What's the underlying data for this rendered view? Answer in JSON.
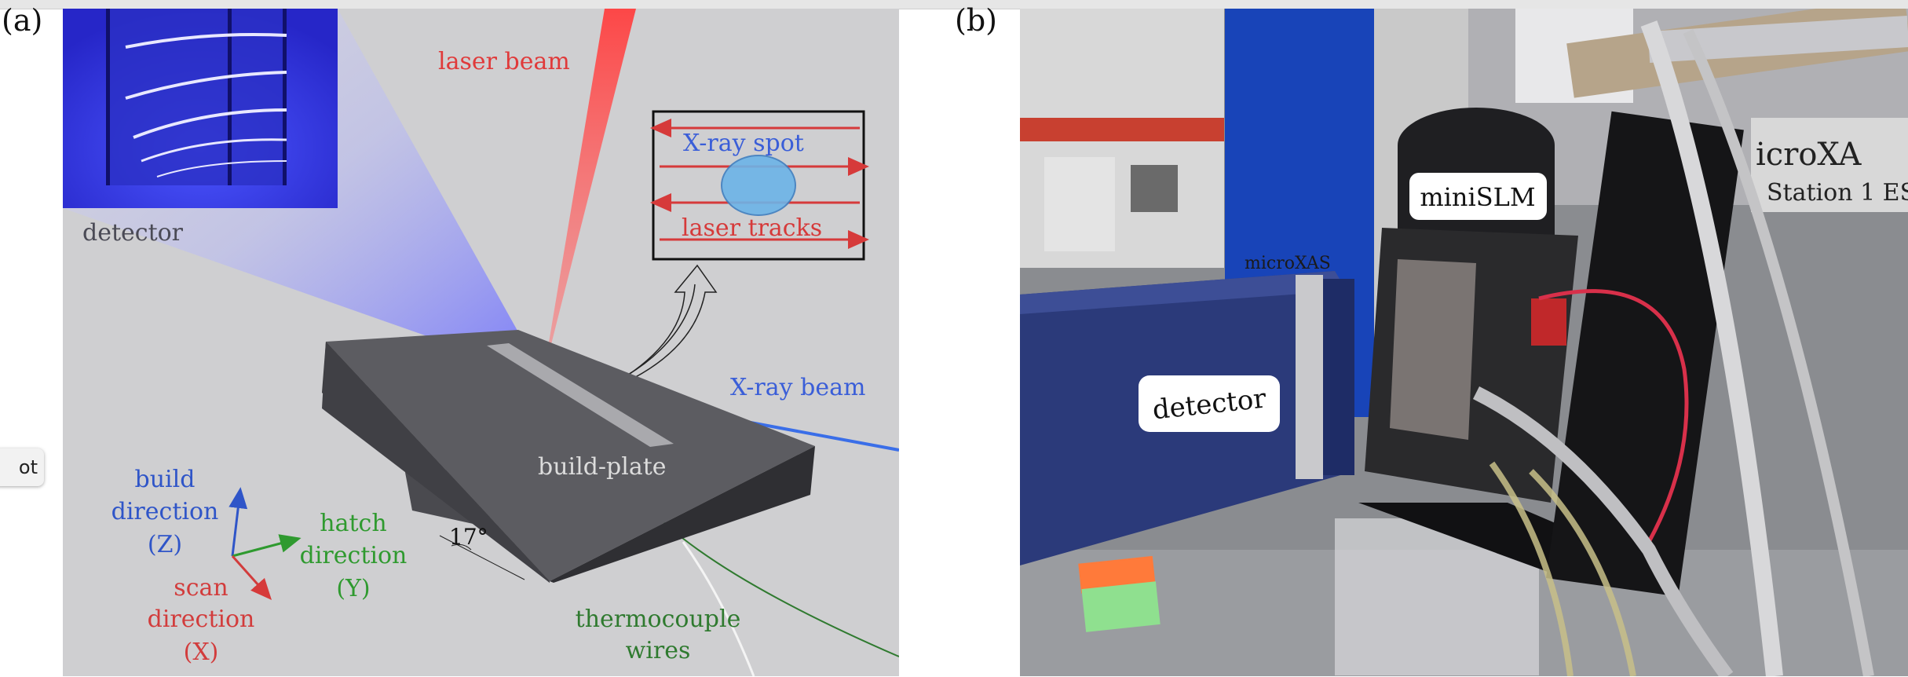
{
  "panels": {
    "a": {
      "label": "(a)",
      "annotations": {
        "laser_beam": "laser beam",
        "xray_spot": "X-ray spot",
        "laser_tracks": "laser tracks",
        "detector": "detector",
        "xray_beam": "X-ray beam",
        "build_plate": "build-plate",
        "build_direction_line1": "build",
        "build_direction_line2": "direction",
        "build_direction_line3": "(Z)",
        "hatch_direction_line1": "hatch",
        "hatch_direction_line2": "direction",
        "hatch_direction_line3": "(Y)",
        "scan_direction_line1": "scan",
        "scan_direction_line2": "direction",
        "scan_direction_line3": "(X)",
        "angle": "17°",
        "thermocouple_line1": "thermocouple",
        "thermocouple_line2": "wires"
      }
    },
    "b": {
      "label": "(b)",
      "annotations": {
        "detector": "detector",
        "minislm": "miniSLM",
        "microxas_small": "microXAS",
        "microxas_big": "icroXA",
        "station": "Station 1 ES"
      }
    }
  },
  "tooltip": {
    "text": "ot"
  },
  "colors": {
    "laser": "#ff5a5a",
    "xray": "#3a6ee8",
    "scan": "#d23c3c",
    "hatch": "#2f9a2f",
    "build": "#2f55c8",
    "background": "#cfcfd1"
  }
}
